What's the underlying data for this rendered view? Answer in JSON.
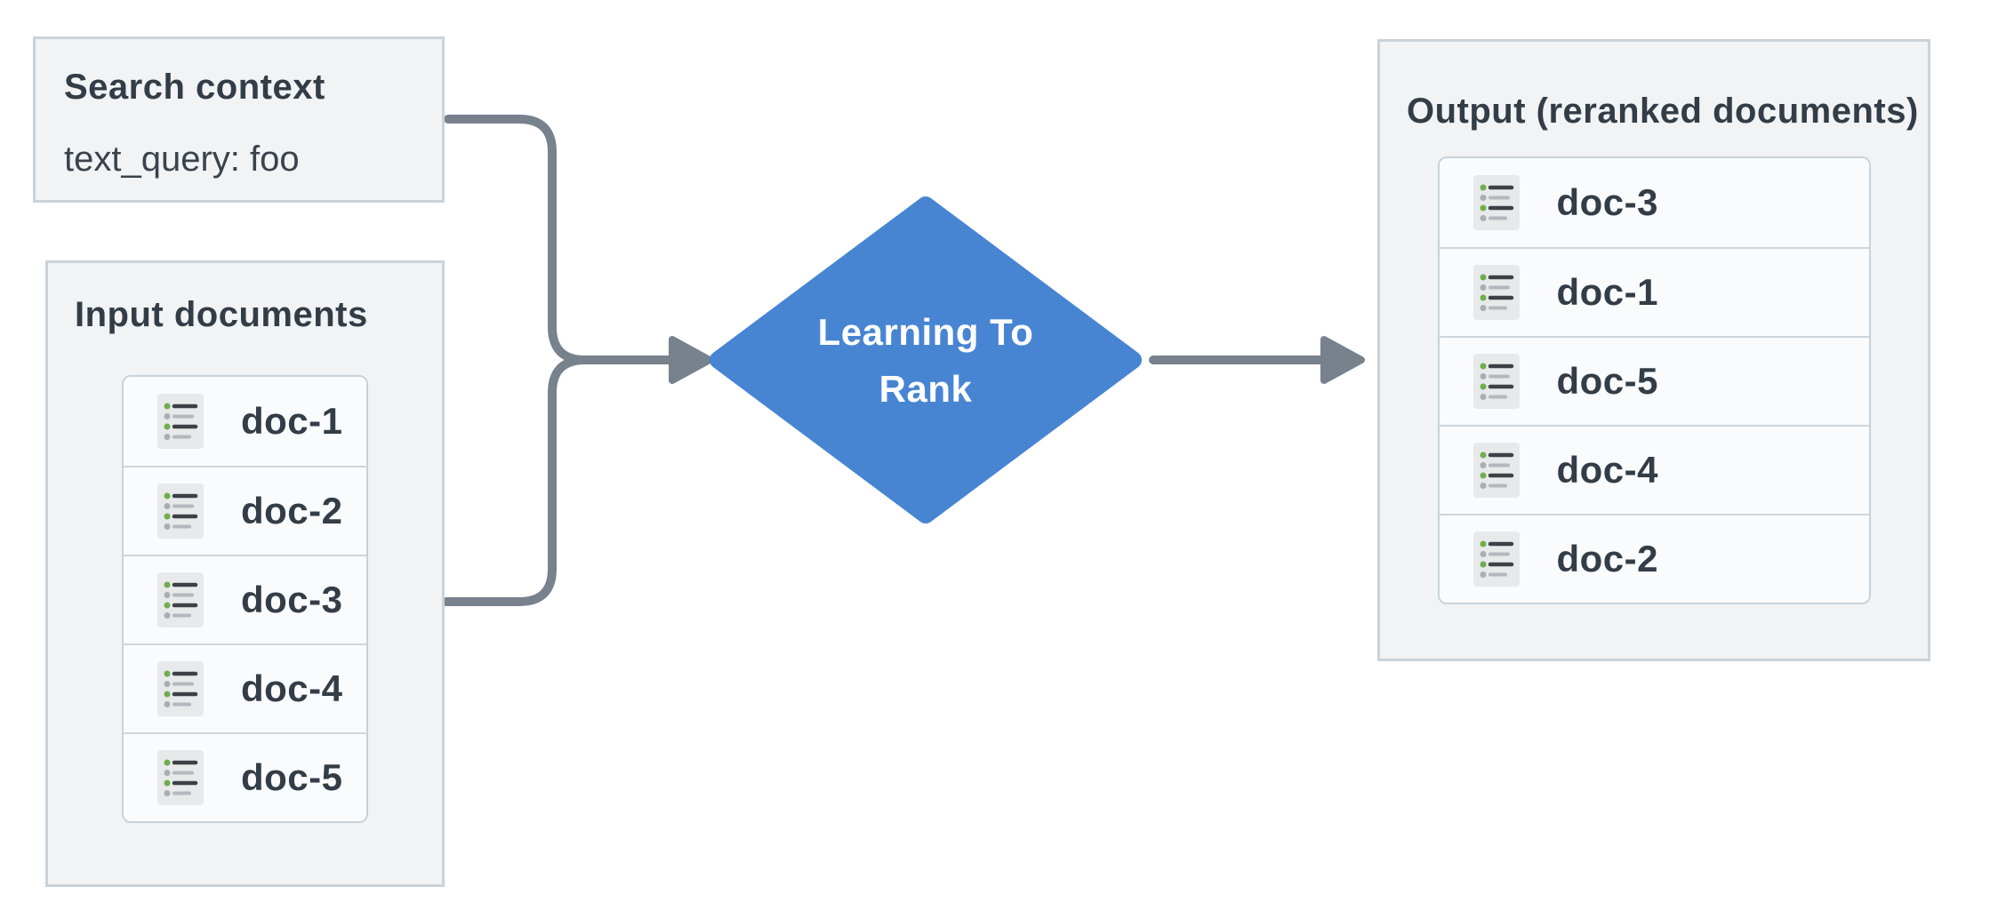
{
  "palette": {
    "background": "#ffffff",
    "panel_fill": "#f1f3f5",
    "panel_border": "#c9d3db",
    "list_fill": "#fafbfc",
    "list_border": "#c6d3dc",
    "row_divider": "#ccd6de",
    "text": "#333d47",
    "diamond_fill": "#4785d2",
    "diamond_text": "#ffffff",
    "connector": "#78828d",
    "icon_background": "#e8e9eb",
    "icon_bullet_green": "#6fae4d",
    "icon_bullet_gray": "#a9aeb4",
    "icon_line_dark": "#3d4147",
    "icon_line_light": "#b3b8be"
  },
  "icons": {
    "doc_icon_name": "document-list-icon"
  },
  "search_context": {
    "title": "Search context",
    "query": "text_query: foo"
  },
  "input_documents": {
    "title": "Input documents",
    "docs": [
      "doc-1",
      "doc-2",
      "doc-3",
      "doc-4",
      "doc-5"
    ]
  },
  "process": {
    "label": "Learning To Rank",
    "label_lines": [
      "Learning To",
      "Rank"
    ]
  },
  "output_documents": {
    "title": "Output (reranked documents)",
    "docs": [
      "doc-3",
      "doc-1",
      "doc-5",
      "doc-4",
      "doc-2"
    ]
  }
}
